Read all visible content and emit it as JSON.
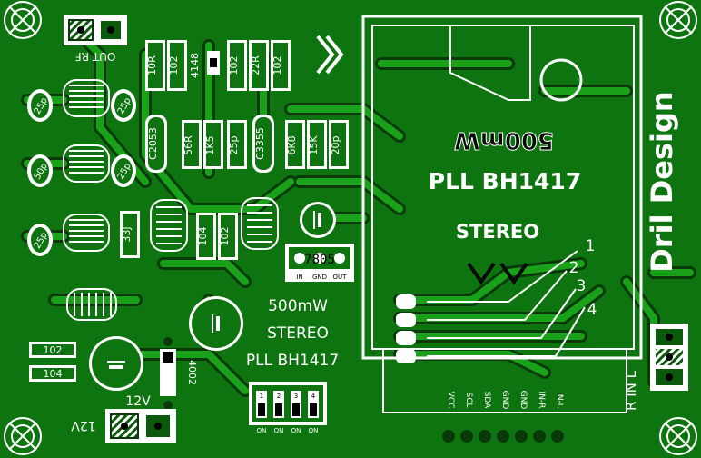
{
  "board": {
    "colors": {
      "board": "#0e7410",
      "copper": "#0a3d0a",
      "trace": "#17a017",
      "silk": "#ffffff",
      "pad": "#f2f2f2"
    },
    "brand": "Dril Design",
    "module": {
      "power": "500mW",
      "power_mirror": "500mW",
      "chip": "PLL BH1417",
      "mode": "STEREO",
      "pins": [
        "VCC",
        "SCL",
        "SDA",
        "GND",
        "GND",
        "IN-R",
        "IN-L"
      ],
      "numbers": [
        "1",
        "2",
        "3",
        "4"
      ]
    },
    "labels": {
      "out_rf": "OUT RF",
      "v12": "12V",
      "v12_mirror": "12V",
      "side_power": "500mW",
      "side_mode": "STEREO",
      "side_chip": "PLL BH1417",
      "r_in_l": "R IN L"
    },
    "components": {
      "r10": "10R",
      "r102a": "102",
      "d4148": "4148",
      "r102b": "102",
      "r22": "22R",
      "r102c": "102",
      "ic2053": "C2053",
      "r56": "56R",
      "r1k5": "1K5",
      "c25": "25p",
      "ic3355": "C3355",
      "r6k8": "6K8",
      "r15k": "15K",
      "c20": "20p",
      "c25a": "25p",
      "c25b": "25p",
      "c50": "50p",
      "c25c": "25p",
      "c25d": "25p",
      "c33": "33J",
      "c104": "104",
      "c102d": "102",
      "reg": "7805",
      "reg_in": "IN",
      "reg_gnd": "GND",
      "reg_out": "OUT",
      "r102e": "102",
      "r104f": "104",
      "d4002": "4002"
    },
    "dip": {
      "on_labels": [
        "ON",
        "ON",
        "ON",
        "ON"
      ],
      "numbers": [
        "1",
        "2",
        "3",
        "4"
      ]
    },
    "icons": [
      "mounting-hole-icon",
      "ground-symbol-icon",
      "pad-square-icon"
    ]
  }
}
